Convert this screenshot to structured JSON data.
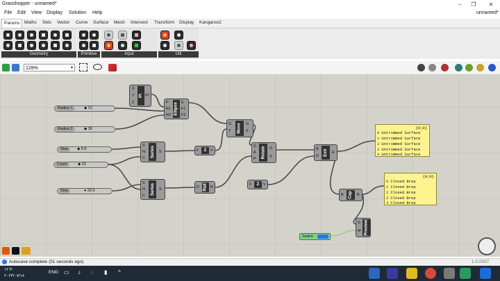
{
  "window": {
    "title": "Grasshopper - unnamed*",
    "doc_name": "unnamed*",
    "controls": [
      "–",
      "❐",
      "✕"
    ]
  },
  "menu": [
    "File",
    "Edit",
    "View",
    "Display",
    "Solution",
    "Help"
  ],
  "tabs": [
    "Params",
    "Maths",
    "Sets",
    "Vector",
    "Curve",
    "Surface",
    "Mesh",
    "Intersect",
    "Transform",
    "Display",
    "Kangaroo2"
  ],
  "active_tab": "Params",
  "ribbon_panels": [
    "Geometry",
    "Primitive",
    "Input",
    "Util"
  ],
  "toolbar": {
    "zoom": "128%"
  },
  "canvas": {
    "sliders": {
      "radius1": {
        "label": "Radius 1",
        "value": "23"
      },
      "radius2": {
        "label": "Radius 2",
        "value": "38"
      },
      "step1": {
        "label": "Step",
        "value": "8.8"
      },
      "count": {
        "label": "Count",
        "value": "25"
      },
      "step2": {
        "label": "Step",
        "value": "33.6"
      }
    },
    "components": {
      "pt": {
        "name": "Pt",
        "inputs": [
          "X",
          "Y",
          "Z"
        ],
        "outputs": [
          "Pt"
        ]
      },
      "ellipse": {
        "name": "Ellipse",
        "inputs": [
          "P",
          "R1",
          "R2"
        ],
        "outputs": [
          "E",
          "F1",
          "F2"
        ]
      },
      "series1": {
        "name": "Series",
        "inputs": [
          "S",
          "N",
          "C"
        ],
        "outputs": [
          "S"
        ]
      },
      "series2": {
        "name": "Series",
        "inputs": [
          "S",
          "N",
          "C"
        ],
        "outputs": [
          "S"
        ]
      },
      "unitz": {
        "name": "Z",
        "inputs": [
          "F"
        ],
        "outputs": [
          "V"
        ]
      },
      "move": {
        "name": "Move",
        "inputs": [
          "G",
          "T"
        ],
        "outputs": [
          "G",
          "X"
        ]
      },
      "rotate": {
        "name": "Rotate",
        "inputs": [
          "G",
          "A",
          "P"
        ],
        "outputs": [
          "G",
          "X"
        ]
      },
      "rad": {
        "name": "Rad",
        "inputs": [
          "D"
        ],
        "outputs": [
          "R"
        ]
      },
      "unitz2": {
        "name": "Z",
        "inputs": [
          "F"
        ],
        "outputs": [
          "V"
        ]
      },
      "extr": {
        "name": "Extr",
        "inputs": [
          "B",
          "D"
        ],
        "outputs": [
          "E"
        ]
      },
      "cap": {
        "name": "Cap",
        "inputs": [
          "B"
        ],
        "outputs": [
          "B"
        ]
      },
      "preview": {
        "name": "Preview",
        "inputs": [
          "G",
          "M"
        ],
        "outputs": []
      }
    },
    "panel1": {
      "header": "{0;0}",
      "rows": [
        "Untrimmed Surface",
        "Untrimmed Surface",
        "Untrimmed Surface",
        "Untrimmed Surface",
        "Untrimmed Surface"
      ]
    },
    "panel2": {
      "header": "{0;0}",
      "rows": [
        "Closed Brep",
        "Closed Brep",
        "Closed Brep",
        "Closed Brep",
        "Closed Brep"
      ]
    },
    "toggle": {
      "label": "Switch"
    }
  },
  "status": {
    "text": "Autosave complete (51 seconds ago)",
    "version": "1.0.0007"
  },
  "taskbar": {
    "date": "۲۰۲۳/۰۷/۱۸",
    "time": "۱۲:۴۰",
    "lang": "ENG"
  },
  "colors": {
    "canvas": "#d4d3cb",
    "panel": "#fff38f",
    "component": "#9a9a9a",
    "wire": "#4a4a4a",
    "toggle": "#7fd38d"
  }
}
